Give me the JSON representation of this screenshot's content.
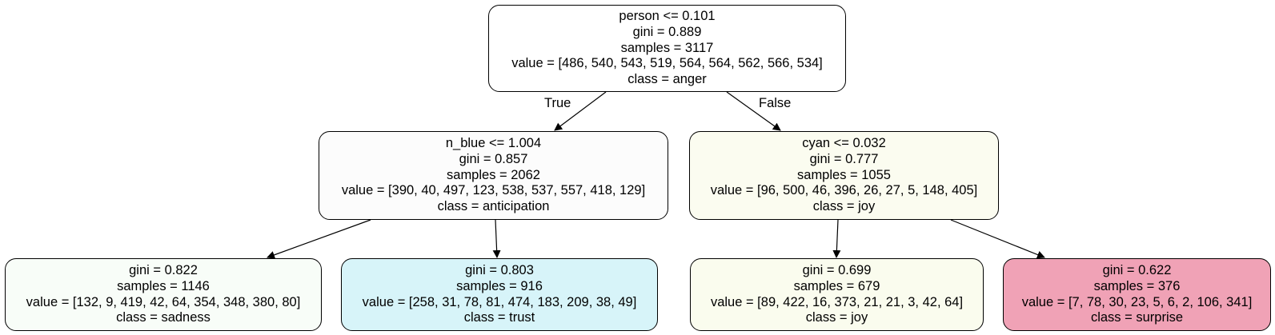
{
  "tree": {
    "root": {
      "lines": [
        "person <= 0.101",
        "gini = 0.889",
        "samples = 3117",
        "value = [486, 540, 543, 519, 564, 564, 562, 566, 534]",
        "class = anger"
      ],
      "fill": "#ffffff"
    },
    "left": {
      "lines": [
        "n_blue <= 1.004",
        "gini = 0.857",
        "samples = 2062",
        "value = [390, 40, 497, 123, 538, 537, 557, 418, 129]",
        "class = anticipation"
      ],
      "fill": "#fcfcfc"
    },
    "right": {
      "lines": [
        "cyan <= 0.032",
        "gini = 0.777",
        "samples = 1055",
        "value = [96, 500, 46, 396, 26, 27, 5, 148, 405]",
        "class = joy"
      ],
      "fill": "#fbfcf0"
    },
    "left_left": {
      "lines": [
        "gini = 0.822",
        "samples = 1146",
        "value = [132, 9, 419, 42, 64, 354, 348, 380, 80]",
        "class = sadness"
      ],
      "fill": "#f8fdf8"
    },
    "left_right": {
      "lines": [
        "gini = 0.803",
        "samples = 916",
        "value = [258, 31, 78, 81, 474, 183, 209, 38, 49]",
        "class = trust"
      ],
      "fill": "#d7f4f9"
    },
    "right_left": {
      "lines": [
        "gini = 0.699",
        "samples = 679",
        "value = [89, 422, 16, 373, 21, 21, 3, 42, 64]",
        "class = joy"
      ],
      "fill": "#fafcee"
    },
    "right_right": {
      "lines": [
        "gini = 0.622",
        "samples = 376",
        "value = [7, 78, 30, 23, 5, 6, 2, 106, 341]",
        "class = surprise"
      ],
      "fill": "#f0a2b6"
    }
  },
  "branch_labels": {
    "true_label": "True",
    "false_label": "False"
  }
}
